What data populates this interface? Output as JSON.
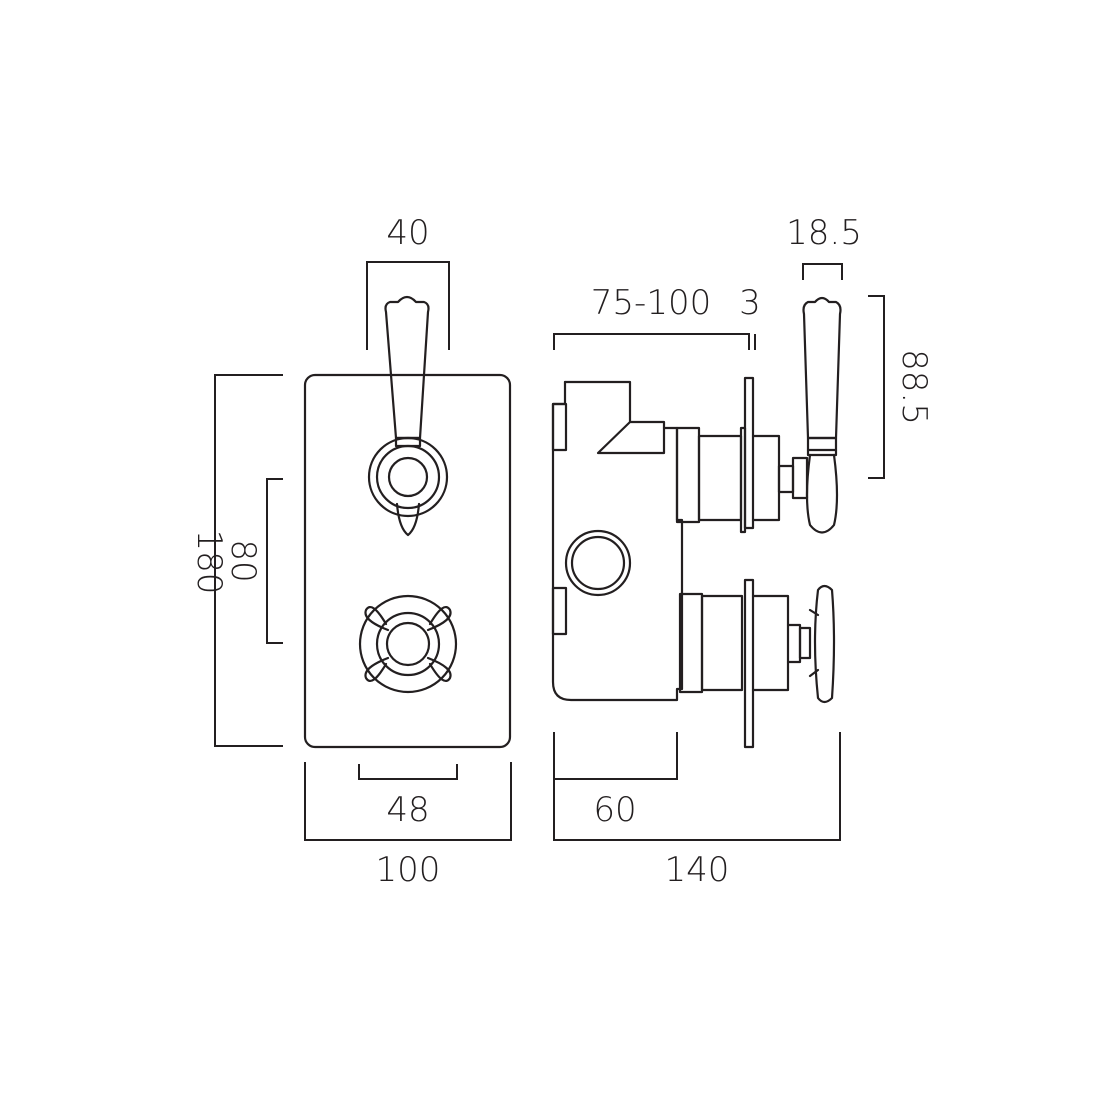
{
  "dimensions": {
    "front_lever_width": "40",
    "front_height": "180",
    "front_centres": "80",
    "front_handle_width": "48",
    "front_plate_width": "100",
    "side_lever_width": "18.5",
    "side_wall_depth": "75-100",
    "side_plate_thickness": "3",
    "side_lever_height": "88.5",
    "side_body_depth": "60",
    "side_total_depth": "140"
  },
  "colors": {
    "line": "#231f20",
    "background": "#ffffff"
  }
}
